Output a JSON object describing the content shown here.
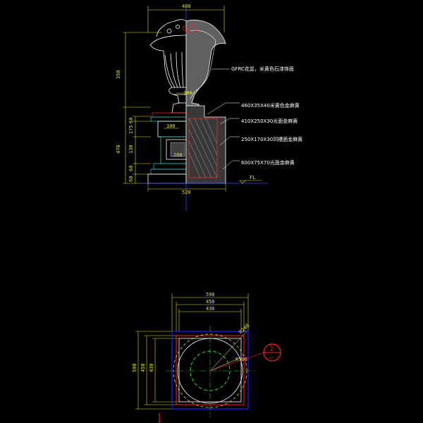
{
  "colors": {
    "background": "#000000",
    "dimension": "#e6e600",
    "outline": "#ffffff",
    "stone": "#ff2020",
    "axis": "#4040ff",
    "hatch": "#c8c8c8",
    "circle_green": "#20e020",
    "square_blue": "#2020ff",
    "marker_red": "#ff2020"
  },
  "elevation": {
    "top_width": "480",
    "base_width": "520",
    "height_upper": "350",
    "height_lower": "470",
    "neck_width": "160",
    "ledge_width": "100",
    "panel_width": "200",
    "left_dims": [
      "60",
      "175",
      "130",
      "60",
      "60"
    ],
    "ground_mark": "FL",
    "labels": [
      "GFRC花盆，米黄色石漆饰面",
      "460X35X40米黄色金麻黄",
      "410X250X30光面金麻黄",
      "250X170X30凹槽面金麻黄",
      "600X75X70光面金麻黄"
    ]
  },
  "plan": {
    "width_outer": "590",
    "width_mid": "450",
    "width_inner": "430",
    "height_outer": "590",
    "height_mid": "450",
    "height_inner": "430",
    "radius_label": "R240",
    "radius_label_2": "R100",
    "section_marker_top": "2",
    "section_marker_bottom": "—"
  }
}
